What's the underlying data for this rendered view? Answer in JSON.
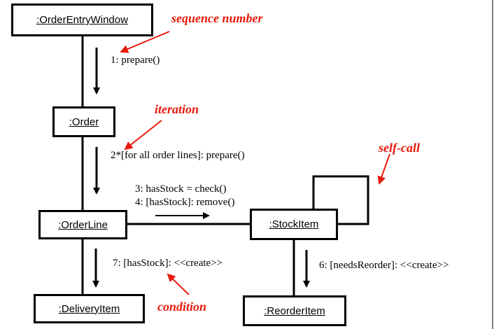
{
  "diagram": {
    "objects": {
      "order_entry_window": ":OrderEntryWindow",
      "order": ":Order",
      "order_line": ":OrderLine",
      "stock_item": ":StockItem",
      "delivery_item": ":DeliveryItem",
      "reorder_item": ":ReorderItem"
    },
    "messages": {
      "m1": "1: prepare()",
      "m2": "2*[for all order lines]: prepare()",
      "m3": "3: hasStock = check()",
      "m4": "4: [hasStock]: remove()",
      "m7": "7: [hasStock]: <<create>>",
      "m6": "6: [needsReorder]: <<create>>"
    },
    "annotations": {
      "sequence_number": "sequence number",
      "iteration": "iteration",
      "self_call": "self-call",
      "condition": "condition"
    },
    "colors": {
      "annotation": "#e8190c",
      "line": "#000000"
    }
  }
}
